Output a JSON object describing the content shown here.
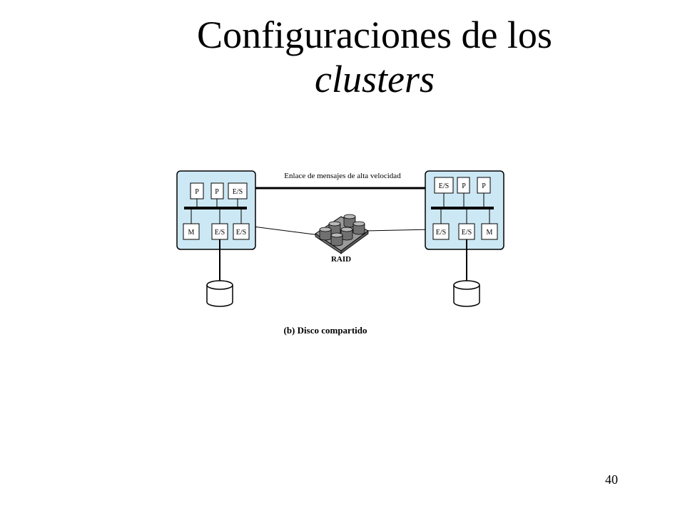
{
  "slide": {
    "title_line1": "Configuraciones de los",
    "title_line2": "clusters",
    "page_number": "40"
  },
  "diagram": {
    "link_label": "Enlace de mensajes de alta velocidad",
    "raid_label": "RAID",
    "caption": "(b) Disco compartido",
    "colors": {
      "node_fill": "#cce8f4",
      "node_stroke": "#000000",
      "box_fill": "#ffffff"
    },
    "left_node": {
      "top_boxes": [
        "P",
        "P",
        "E/S"
      ],
      "bottom_boxes": [
        "M",
        "E/S",
        "E/S"
      ]
    },
    "right_node": {
      "top_boxes": [
        "E/S",
        "P",
        "P"
      ],
      "bottom_boxes": [
        "E/S",
        "E/S",
        "M"
      ]
    }
  }
}
